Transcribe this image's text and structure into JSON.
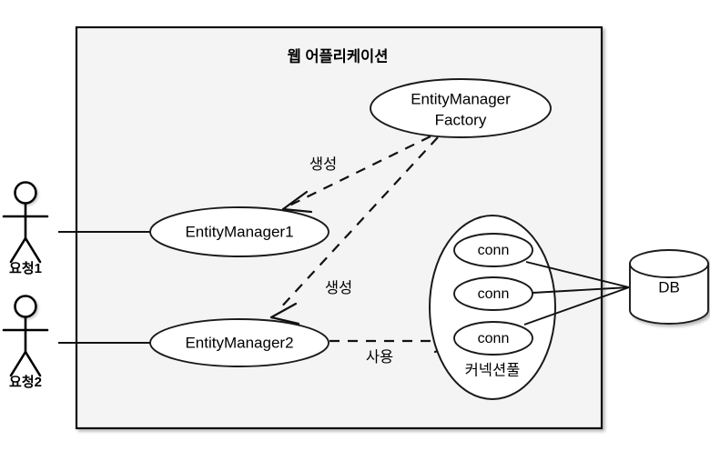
{
  "diagram": {
    "title": "웹 어플리케이션",
    "boundary": {
      "name": "web-application-boundary"
    },
    "actors": [
      {
        "id": "actor-1",
        "label": "요청1"
      },
      {
        "id": "actor-2",
        "label": "요청2"
      }
    ],
    "use_cases": [
      {
        "id": "emf",
        "label_line1": "EntityManager",
        "label_line2": "Factory"
      },
      {
        "id": "em1",
        "label": "EntityManager1"
      },
      {
        "id": "em2",
        "label": "EntityManager2"
      }
    ],
    "pool": {
      "label": "커넥션풀",
      "connections": [
        {
          "id": "conn-1",
          "label": "conn"
        },
        {
          "id": "conn-2",
          "label": "conn"
        },
        {
          "id": "conn-3",
          "label": "conn"
        }
      ]
    },
    "database": {
      "id": "db",
      "label": "DB"
    },
    "edges": [
      {
        "id": "edge-emf-em1",
        "label": "생성",
        "style": "dashed"
      },
      {
        "id": "edge-emf-em2",
        "label": "생성",
        "style": "dashed"
      },
      {
        "id": "edge-em2-conn",
        "label": "사용",
        "style": "dashed"
      },
      {
        "id": "edge-actor1-em1",
        "label": "",
        "style": "solid"
      },
      {
        "id": "edge-actor2-em2",
        "label": "",
        "style": "solid"
      }
    ],
    "colors": {
      "boundary_fill": "#f4f4f4",
      "stroke": "#111111",
      "shape_fill": "#ffffff"
    }
  }
}
